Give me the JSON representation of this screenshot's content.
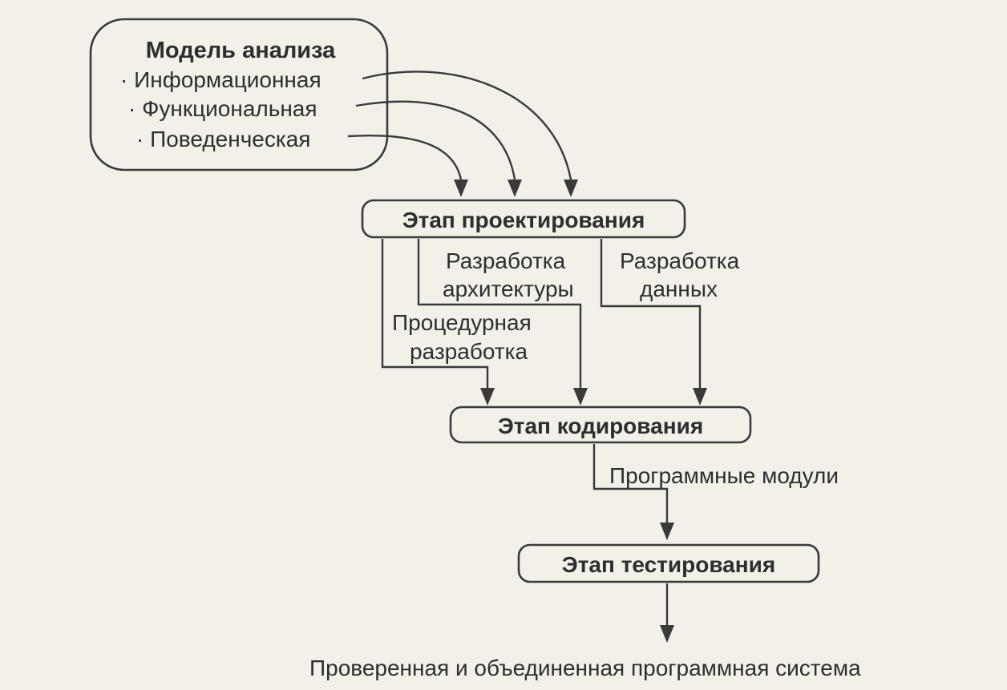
{
  "analysis_model": {
    "title": "Модель анализа",
    "items": [
      "· Информационная",
      "· Функциональная",
      "· Поведенческая"
    ]
  },
  "stages": {
    "design": "Этап проектирования",
    "coding": "Этап кодирования",
    "testing": "Этап тестирования"
  },
  "design_outputs": {
    "procedural_1": "Процедурная",
    "procedural_2": "разработка",
    "architecture_1": "Разработка",
    "architecture_2": "архитектуры",
    "data_1": "Разработка",
    "data_2": "данных"
  },
  "coding_output": "Программные модули",
  "final_result": "Проверенная и объединенная программная система"
}
